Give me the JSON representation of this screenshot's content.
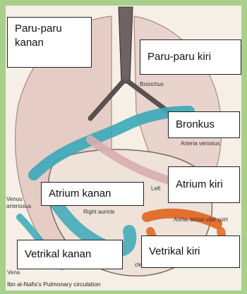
{
  "labels": {
    "paru_kanan": "Paru-paru kanan",
    "paru_kiri": "Paru-paru kiri",
    "bronkus": "Bronkus",
    "atrium_kanan": "Atrium kanan",
    "atrium_kiri": "Atrium kiri",
    "vetrikal_kanan": "Vetrikal kanan",
    "vetrikal_kiri": "Vetrikal kiri"
  },
  "original_text": {
    "bronchus": "Bronchus",
    "arteria_venosus": "Arteria venosus",
    "left": "Left",
    "venous_line1": "Venou",
    "venous_line2": "arteriosus",
    "right_auricle": "Right auricle",
    "aorta": "Aorta, blood vital spirt",
    "vena": "Vena",
    "cle": "cle",
    "caption": "Ibn al-Nafis's Pulmonary circulation"
  },
  "colors": {
    "frame": "#a8d08a",
    "paper": "#f5efe6",
    "vessel_blue": "#3aa8b8",
    "vessel_orange": "#e0641e",
    "lung_pink": "#d9b7b0"
  }
}
